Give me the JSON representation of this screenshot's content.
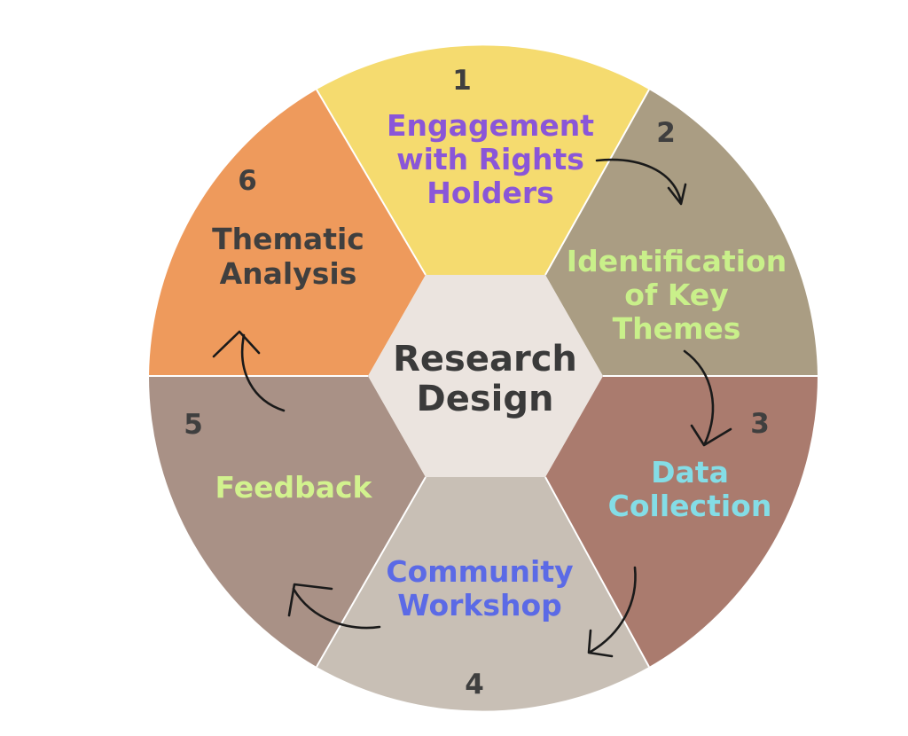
{
  "center": {
    "line1": "Research",
    "line2": "Design",
    "text_color": "#3a3a3a",
    "fill": "#ebe4df"
  },
  "steps": [
    {
      "number": "1",
      "lines": [
        "Engagement",
        "with Rights",
        "Holders"
      ],
      "fill": "#f5db6f",
      "text_color": "#8a56d8"
    },
    {
      "number": "2",
      "lines": [
        "Identification",
        "of Key",
        "Themes"
      ],
      "fill": "#aa9d83",
      "text_color": "#c9f08a"
    },
    {
      "number": "3",
      "lines": [
        "Data",
        "Collection"
      ],
      "fill": "#aa7b6e",
      "text_color": "#84dde6"
    },
    {
      "number": "4",
      "lines": [
        "Community",
        "Workshop"
      ],
      "fill": "#c8bfb5",
      "text_color": "#5b6ae6"
    },
    {
      "number": "5",
      "lines": [
        "Feedback"
      ],
      "fill": "#a99186",
      "text_color": "#d2f28e"
    },
    {
      "number": "6",
      "lines": [
        "Thematic",
        "Analysis"
      ],
      "fill": "#ee9a5c",
      "text_color": "#3f3f3f"
    }
  ],
  "number_color": "#3f3f3f"
}
